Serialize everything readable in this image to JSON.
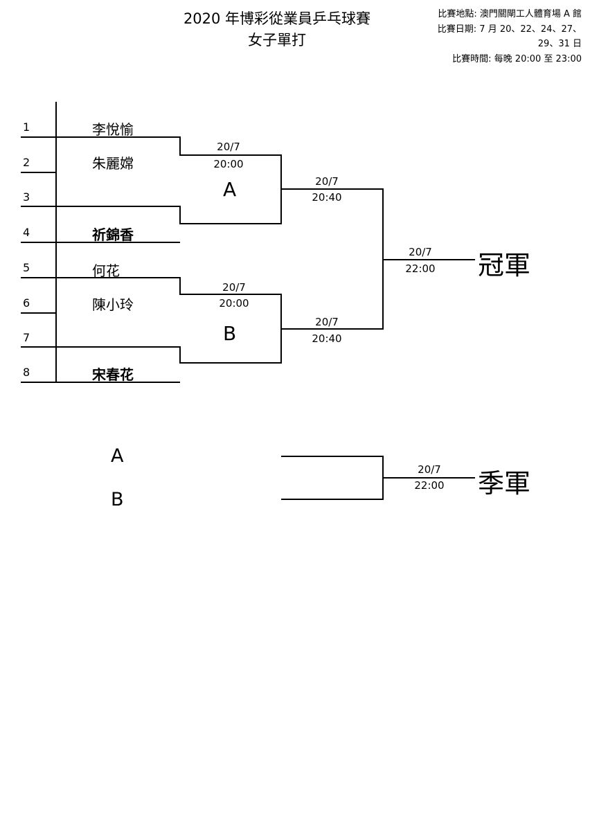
{
  "header": {
    "title_line1": "2020 年博彩從業員乒乓球賽",
    "title_line2": "女子單打",
    "venue": "比賽地點: 澳門關閘工人體育場 A 館",
    "dates_line1": "比賽日期: 7 月 20、22、24、27、",
    "dates_line2": "29、31 日",
    "time": "比賽時間: 每晚 20:00 至 23:00"
  },
  "entries": [
    {
      "seed": "1",
      "name": "李悅愉",
      "bold": false
    },
    {
      "seed": "2",
      "name": "朱麗嫦",
      "bold": false
    },
    {
      "seed": "3",
      "name": "",
      "bold": false
    },
    {
      "seed": "4",
      "name": "祈錦香",
      "bold": true
    },
    {
      "seed": "5",
      "name": "何花",
      "bold": false
    },
    {
      "seed": "6",
      "name": "陳小玲",
      "bold": false
    },
    {
      "seed": "7",
      "name": "",
      "bold": false
    },
    {
      "seed": "8",
      "name": "宋春花",
      "bold": true
    }
  ],
  "matches": {
    "r1_top": {
      "date": "20/7",
      "time": "20:00",
      "group": "A"
    },
    "r1_bottom": {
      "date": "20/7",
      "time": "20:00",
      "group": "B"
    },
    "semi_top": {
      "date": "20/7",
      "time": "20:40"
    },
    "semi_bottom": {
      "date": "20/7",
      "time": "20:40"
    },
    "final": {
      "date": "20/7",
      "time": "22:00",
      "award": "冠軍"
    },
    "third_place": {
      "date": "20/7",
      "time": "22:00",
      "award": "季軍",
      "side_a": "A",
      "side_b": "B"
    }
  }
}
